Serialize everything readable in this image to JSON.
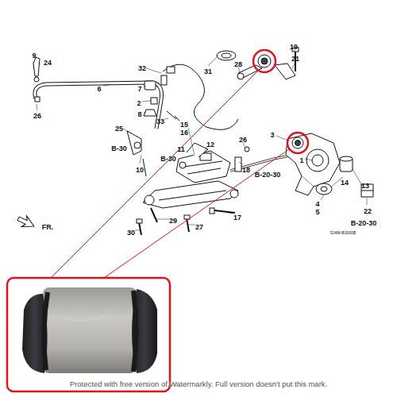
{
  "diagram": {
    "labels": [
      "31",
      "19",
      "9",
      "24",
      "28",
      "21",
      "32",
      "7",
      "6",
      "2",
      "26",
      "8",
      "33",
      "25",
      "15",
      "16",
      "11",
      "12",
      "26",
      "18",
      "B-30",
      "3",
      "B-30",
      "B-20-30",
      "1",
      "14",
      "10",
      "13",
      "4",
      "5",
      "22",
      "B-20-30",
      "29",
      "27",
      "17",
      "30",
      "FR.",
      "SJ4W-B3000B",
      "Protected with free version of Watermarkly. Full version doesn't put this mark."
    ]
  }
}
